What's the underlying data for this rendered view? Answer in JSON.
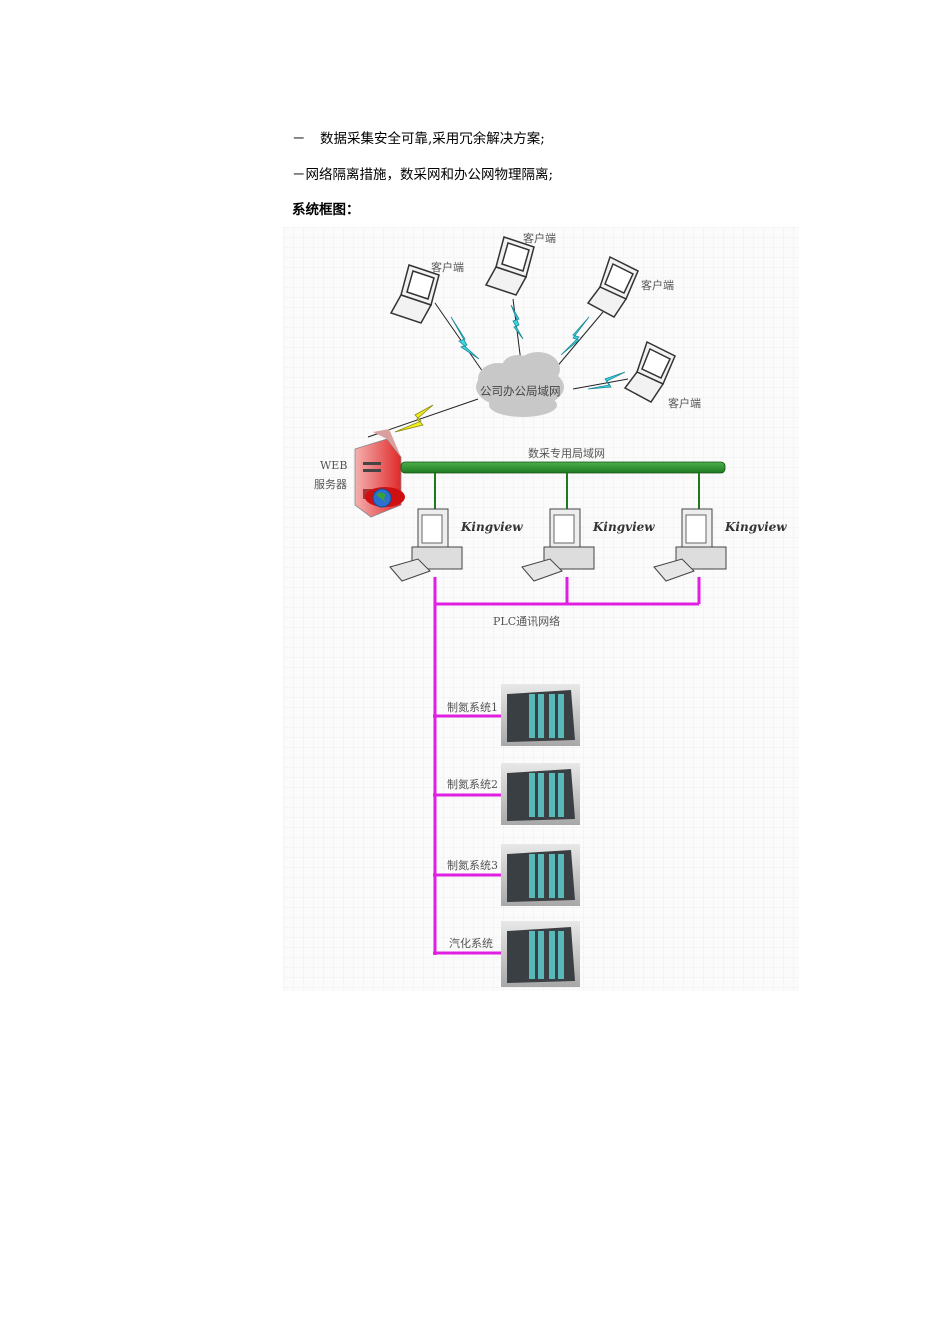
{
  "document": {
    "lines": [
      {
        "prefix": "－",
        "text": "数据采集安全可靠,采用冗余解决方案;"
      },
      {
        "prefix": "－",
        "text": "网络隔离措施，数采网和办公网物理隔离;"
      }
    ],
    "section_heading": "系统框图："
  },
  "diagram": {
    "clients": [
      "客户端",
      "客户端",
      "客户端",
      "客户端"
    ],
    "office_lan": "公司办公局域网",
    "web_server": {
      "line1": "WEB",
      "line2": "服务器"
    },
    "data_lan": "数采专用局域网",
    "workstations": [
      "Kingview",
      "Kingview",
      "Kingview"
    ],
    "plc_network": "PLC通讯网络",
    "systems": [
      "制氮系统1",
      "制氮系统2",
      "制氮系统3",
      "汽化系统"
    ],
    "colors": {
      "data_lan_bar": "#2e8b2e",
      "plc_line": "#e020e0",
      "client_link": "#3dd6e0",
      "server_link": "#f0f020",
      "server_red": "#e83030"
    }
  }
}
